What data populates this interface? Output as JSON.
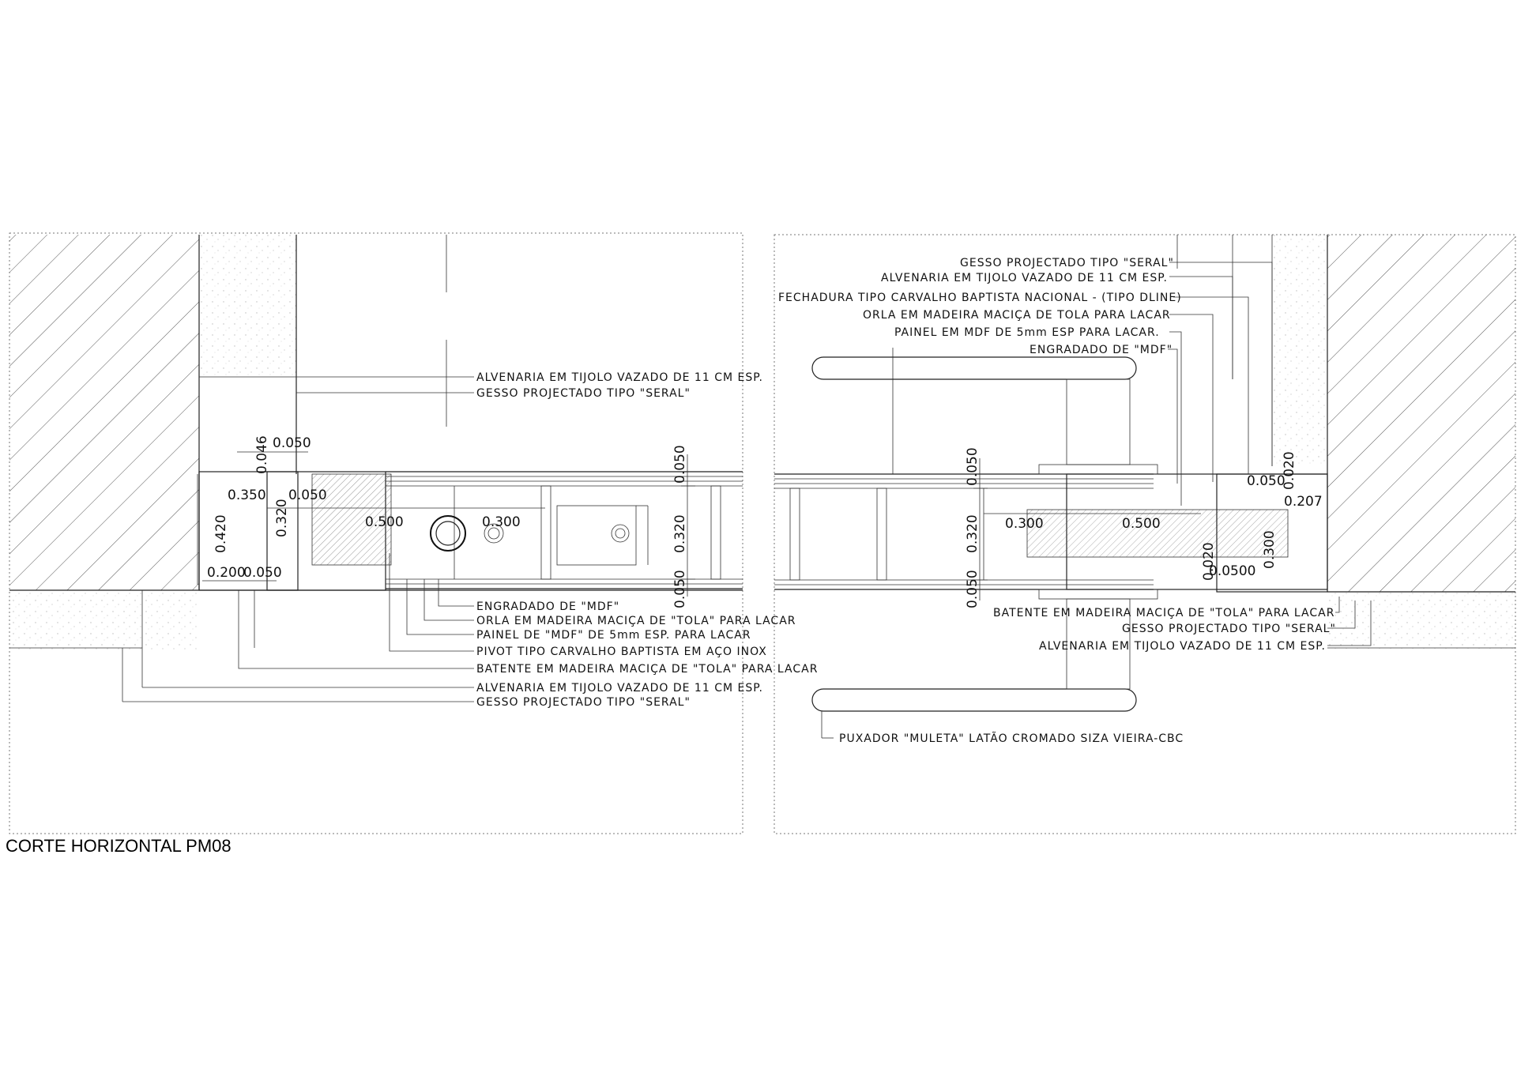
{
  "title": "CORTE HORIZONTAL PM08",
  "left_annotations": [
    "ALVENARIA EM TIJOLO VAZADO DE 11 CM ESP.",
    "GESSO PROJECTADO TIPO \"SERAL\"",
    "ENGRADADO DE \"MDF\"",
    "ORLA EM MADEIRA MACIÇA DE \"TOLA\" PARA LACAR",
    "PAINEL DE \"MDF\" DE 5mm ESP. PARA LACAR",
    "PIVOT TIPO CARVALHO BAPTISTA EM AÇO INOX",
    "BATENTE EM MADEIRA MACIÇA DE \"TOLA\" PARA LACAR",
    "ALVENARIA EM TIJOLO VAZADO DE 11 CM ESP.",
    "GESSO PROJECTADO TIPO \"SERAL\""
  ],
  "right_annotations_top": [
    "GESSO PROJECTADO TIPO \"SERAL\"",
    "ALVENARIA EM TIJOLO VAZADO DE 11 CM ESP.",
    "FECHADURA TIPO CARVALHO BAPTISTA NACIONAL - (TIPO DLINE)",
    "ORLA EM MADEIRA MACIÇA  DE TOLA PARA LACAR",
    "PAINEL EM MDF DE 5mm ESP PARA LACAR.",
    "ENGRADADO DE \"MDF\""
  ],
  "right_annotations_bottom": [
    "BATENTE EM MADEIRA MACIÇA DE \"TOLA\" PARA LACAR",
    "GESSO PROJECTADO TIPO \"SERAL\"",
    "ALVENARIA EM TIJOLO VAZADO DE 11 CM ESP."
  ],
  "handle_annotation": "PUXADOR \"MULETA\" LATÃO CROMADO SIZA VIEIRA-CBC",
  "left_dims": {
    "d050_top": "0.050",
    "d046": "0.046",
    "d350": "0.350",
    "d320": "0.320",
    "d050_mid": "0.050",
    "d420": "0.420",
    "d500": "0.500",
    "d300": "0.300",
    "d200": "0.200",
    "d050_bot": "0.050",
    "v050_top": "0.050",
    "v320": "0.320",
    "v050_bot": "0.050"
  },
  "right_dims": {
    "v050_top": "0.050",
    "v320": "0.320",
    "v050_bot": "0.050",
    "d300": "0.300",
    "d500": "0.500",
    "d050": "0.050",
    "d020": "0.020",
    "d207": "0.207",
    "d300v": "0.300",
    "d020b": "0.020",
    "d0500": "0.0500"
  }
}
